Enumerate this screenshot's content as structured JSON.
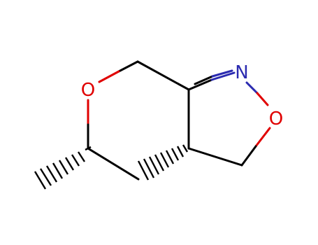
{
  "molecule": {
    "atoms": {
      "ring_oxygen": {
        "symbol": "O",
        "color": "#e00000"
      },
      "nitrogen": {
        "symbol": "N",
        "color": "#2b2bb0"
      },
      "isoxazole_oxygen": {
        "symbol": "O",
        "color": "#e00000"
      }
    },
    "colors": {
      "carbon_bond": "#000000",
      "oxygen": "#e00000",
      "nitrogen": "#2b2bb0"
    }
  }
}
